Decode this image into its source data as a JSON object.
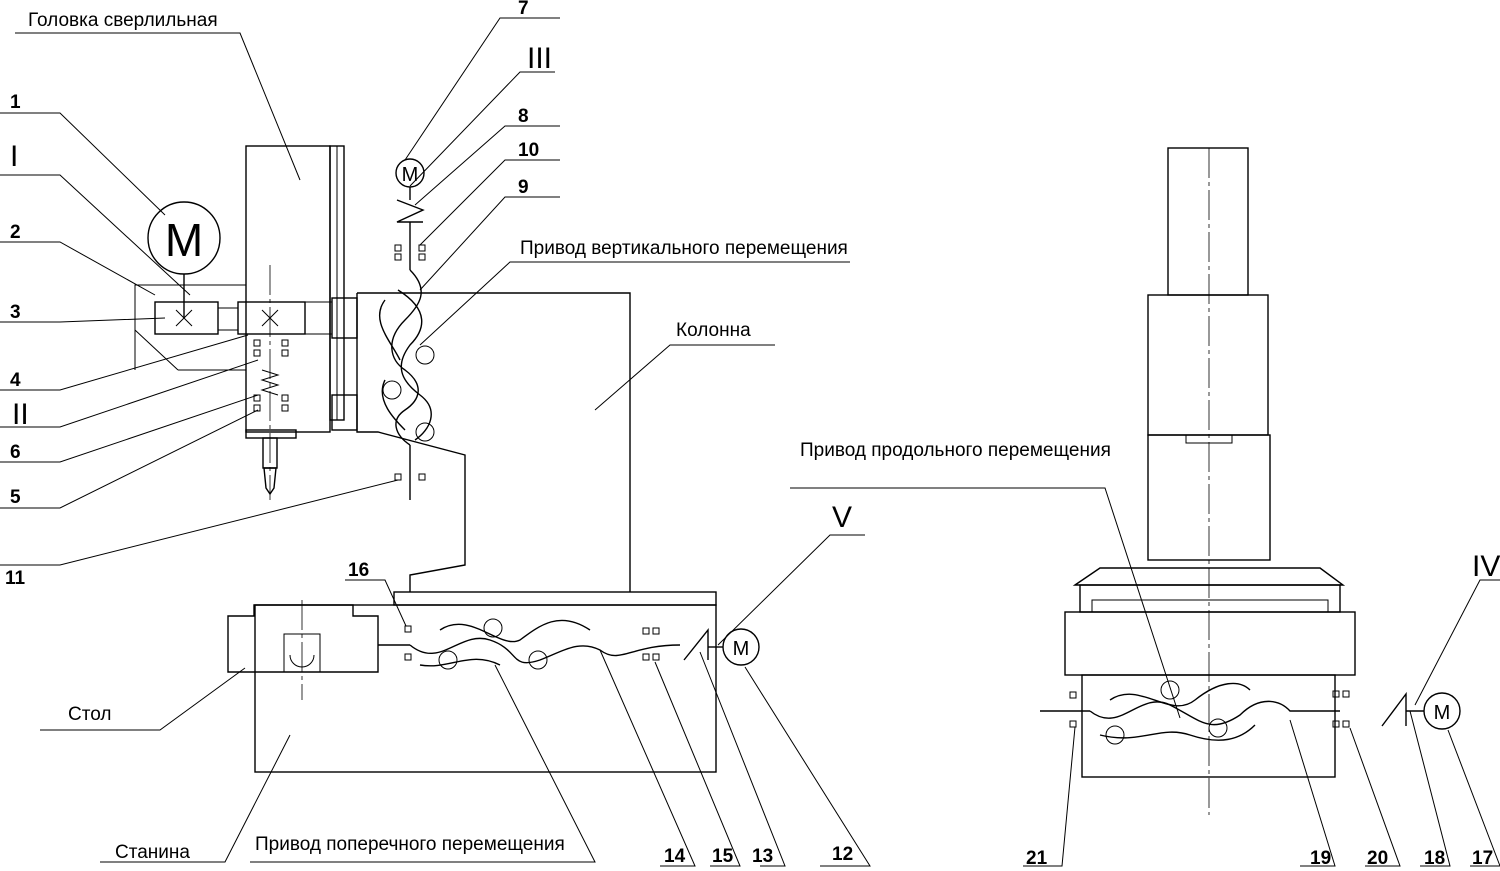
{
  "labels": {
    "drill_head": "Головка сверлильная",
    "vertical_drive": "Привод вертикального перемещения",
    "column": "Колонна",
    "longitudinal_drive": "Привод продольного перемещения",
    "table": "Стол",
    "bed": "Станина",
    "cross_drive": "Привод поперечного перемещения"
  },
  "numbers": [
    "1",
    "2",
    "3",
    "4",
    "5",
    "6",
    "7",
    "8",
    "9",
    "10",
    "11",
    "12",
    "13",
    "14",
    "15",
    "16",
    "17",
    "18",
    "19",
    "20",
    "21"
  ],
  "roman": {
    "I": "I",
    "II": "II",
    "III": "III",
    "IV": "IV",
    "V": "V"
  },
  "motor_symbol": "M"
}
